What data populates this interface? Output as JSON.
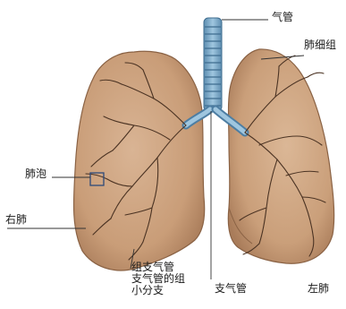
{
  "diagram": {
    "labels": {
      "trachea": "气管",
      "right_upper_label": "肺细组",
      "alveolus": "肺泡",
      "right_lung": "右肺",
      "bronchi": "组支气管\n支气管的组\n小分支",
      "bronchus_center": "支气管",
      "left_lung": "左肺"
    }
  }
}
